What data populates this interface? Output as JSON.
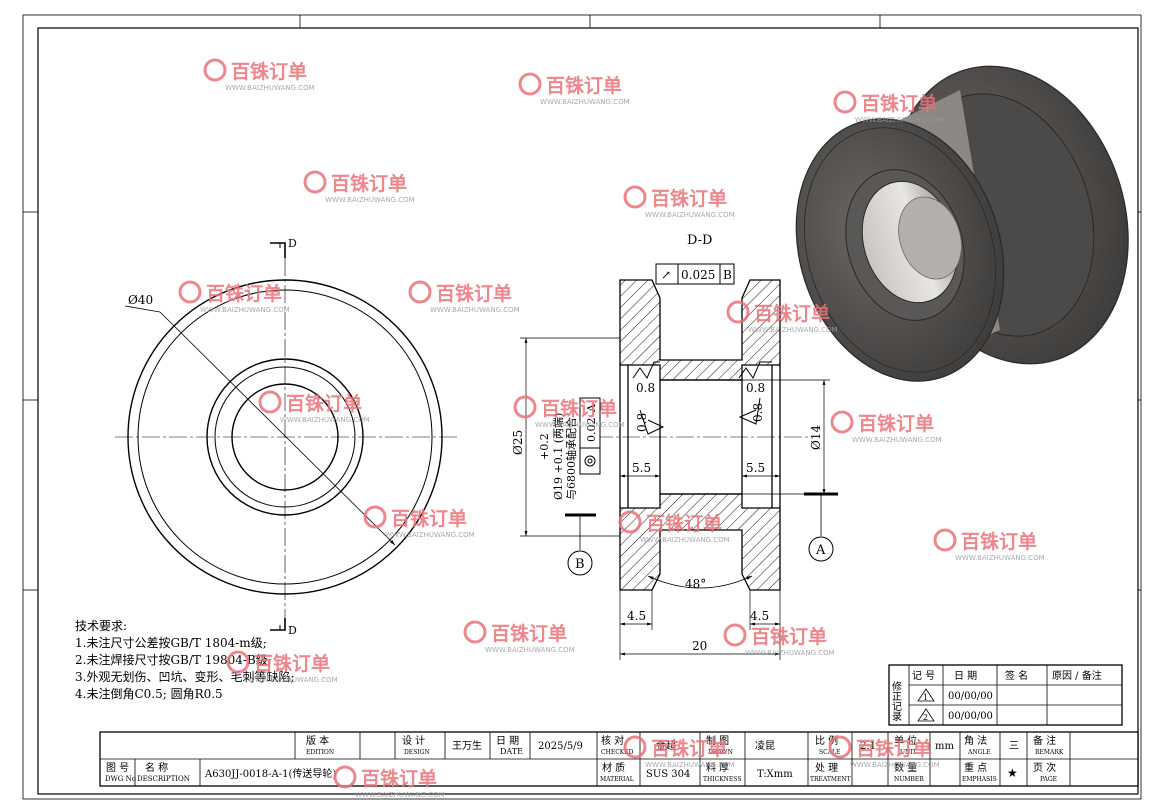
{
  "watermark": {
    "brand": "百铢订单",
    "site": "WWW.BAIZHUWANG.COM",
    "color": "#e8737a"
  },
  "front_view": {
    "diameter_label": "Ø40",
    "section_mark_top": "D",
    "section_mark_bottom": "D"
  },
  "section_view": {
    "title": "D-D",
    "runout": {
      "symbol": "↗",
      "value": "0.025",
      "datum": "B"
    },
    "roughness_values": [
      "0.8",
      "0.8",
      "0.8",
      "0.8"
    ],
    "bore_tolerance": "0.02",
    "bore_datum": "A",
    "bore_note_line1": "+0.2",
    "bore_note_line2": "Ø19 +0.1 (两端)",
    "bore_note_line3": "与6800轴承配合",
    "dims": {
      "d25": "Ø25",
      "d14": "Ø14",
      "recess_left": "5.5",
      "recess_right": "5.5",
      "flange_left": "4.5",
      "flange_right": "4.5",
      "overall": "20",
      "angle": "48°"
    },
    "datum_A": "A",
    "datum_B": "B"
  },
  "tech": {
    "heading": "技术要求:",
    "items": [
      "1.未注尺寸公差按GB/T 1804-m级;",
      "2.未注焊接尺寸按GB/T 19804-B级;",
      "3.外观无划伤、凹坑、变形、毛刺等缺陷;",
      "4.未注倒角C0.5; 圆角R0.5"
    ]
  },
  "revision": {
    "col_mark": "修正记录",
    "headers": [
      "记 号",
      "日 期",
      "签 名",
      "原因 / 备注"
    ],
    "rows": [
      {
        "mark": "1",
        "date": "00/00/00"
      },
      {
        "mark": "2",
        "date": "00/00/00"
      }
    ]
  },
  "title_block": {
    "edition_label": "版 本",
    "edition_en": "EDITION",
    "design_label": "设 计",
    "design_en": "DESIGN",
    "designer": "王万生",
    "date_label": "日 期",
    "date_en": "DATE",
    "date": "2025/5/9",
    "checked_label": "核 对",
    "checked_en": "CHECKED",
    "checker": "金超",
    "drawn_label": "制 图",
    "drawn_en": "DRAWN",
    "drafter": "凌昆",
    "scale_label": "比 例",
    "scale_en": "SCALE",
    "scale": "2:1",
    "unit_label": "单 位",
    "unit_en": "UNIT",
    "unit": "mm",
    "angle_label": "角 法",
    "angle_en": "ANGLE",
    "angle": "三",
    "remark_label": "备 注",
    "remark_en": "REMARK",
    "dwg_label": "图 号",
    "dwg_en": "DWG No",
    "desc_label": "名 称",
    "desc_en": "DESCRIPTION",
    "dwg_no": "A630JJ-0018-A-1(传送导轮)",
    "material_label": "材 质",
    "material_en": "MATERIAL",
    "material": "SUS 304",
    "thickness_label": "料 厚",
    "thickness_en": "THICKNESS",
    "thickness": "T:Xmm",
    "treatment_label": "处 理",
    "treatment_en": "TREATMENT",
    "number_label": "数 量",
    "number_en": "NUMBER",
    "emphasis_label": "重 点",
    "emphasis_en": "EMPHASIS",
    "emphasis": "★",
    "page_label": "页 次",
    "page_en": "PAGE"
  }
}
